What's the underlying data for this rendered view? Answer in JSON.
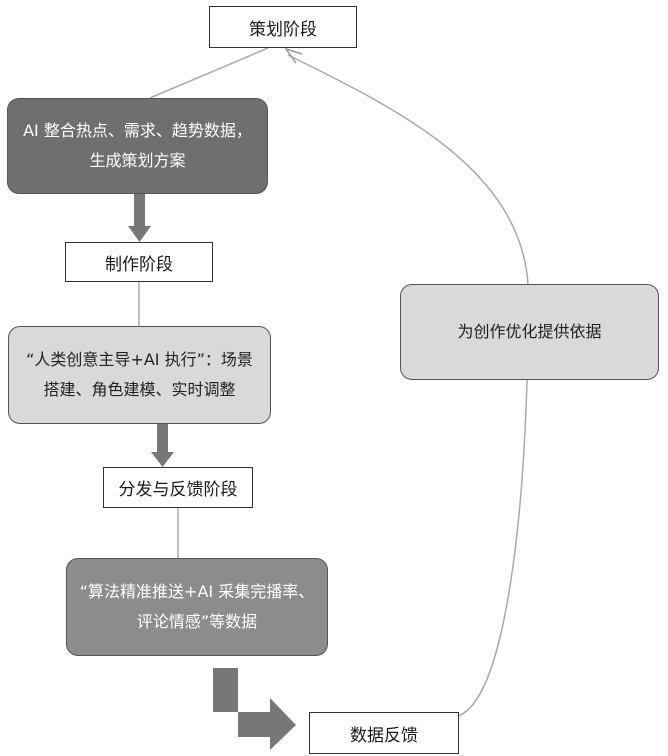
{
  "nodes": {
    "planning_stage": "策划阶段",
    "ai_planning": "AI 整合热点、需求、趋势数据，生成策划方案",
    "production_stage": "制作阶段",
    "human_ai": "“人类创意主导+AI 执行”：场景搭建、角色建模、实时调整",
    "distribution_stage": "分发与反馈阶段",
    "algorithm": "“算法精准推送+AI 采集完播率、评论情感”等数据",
    "data_feedback": "数据反馈",
    "optimization": "为创作优化提供依据"
  },
  "colors": {
    "dark_box": "#6f6f6f",
    "light_box": "#d9d9d9",
    "mid_box": "#8c8c8c",
    "arrow": "#777777",
    "line": "#aaaaaa"
  }
}
